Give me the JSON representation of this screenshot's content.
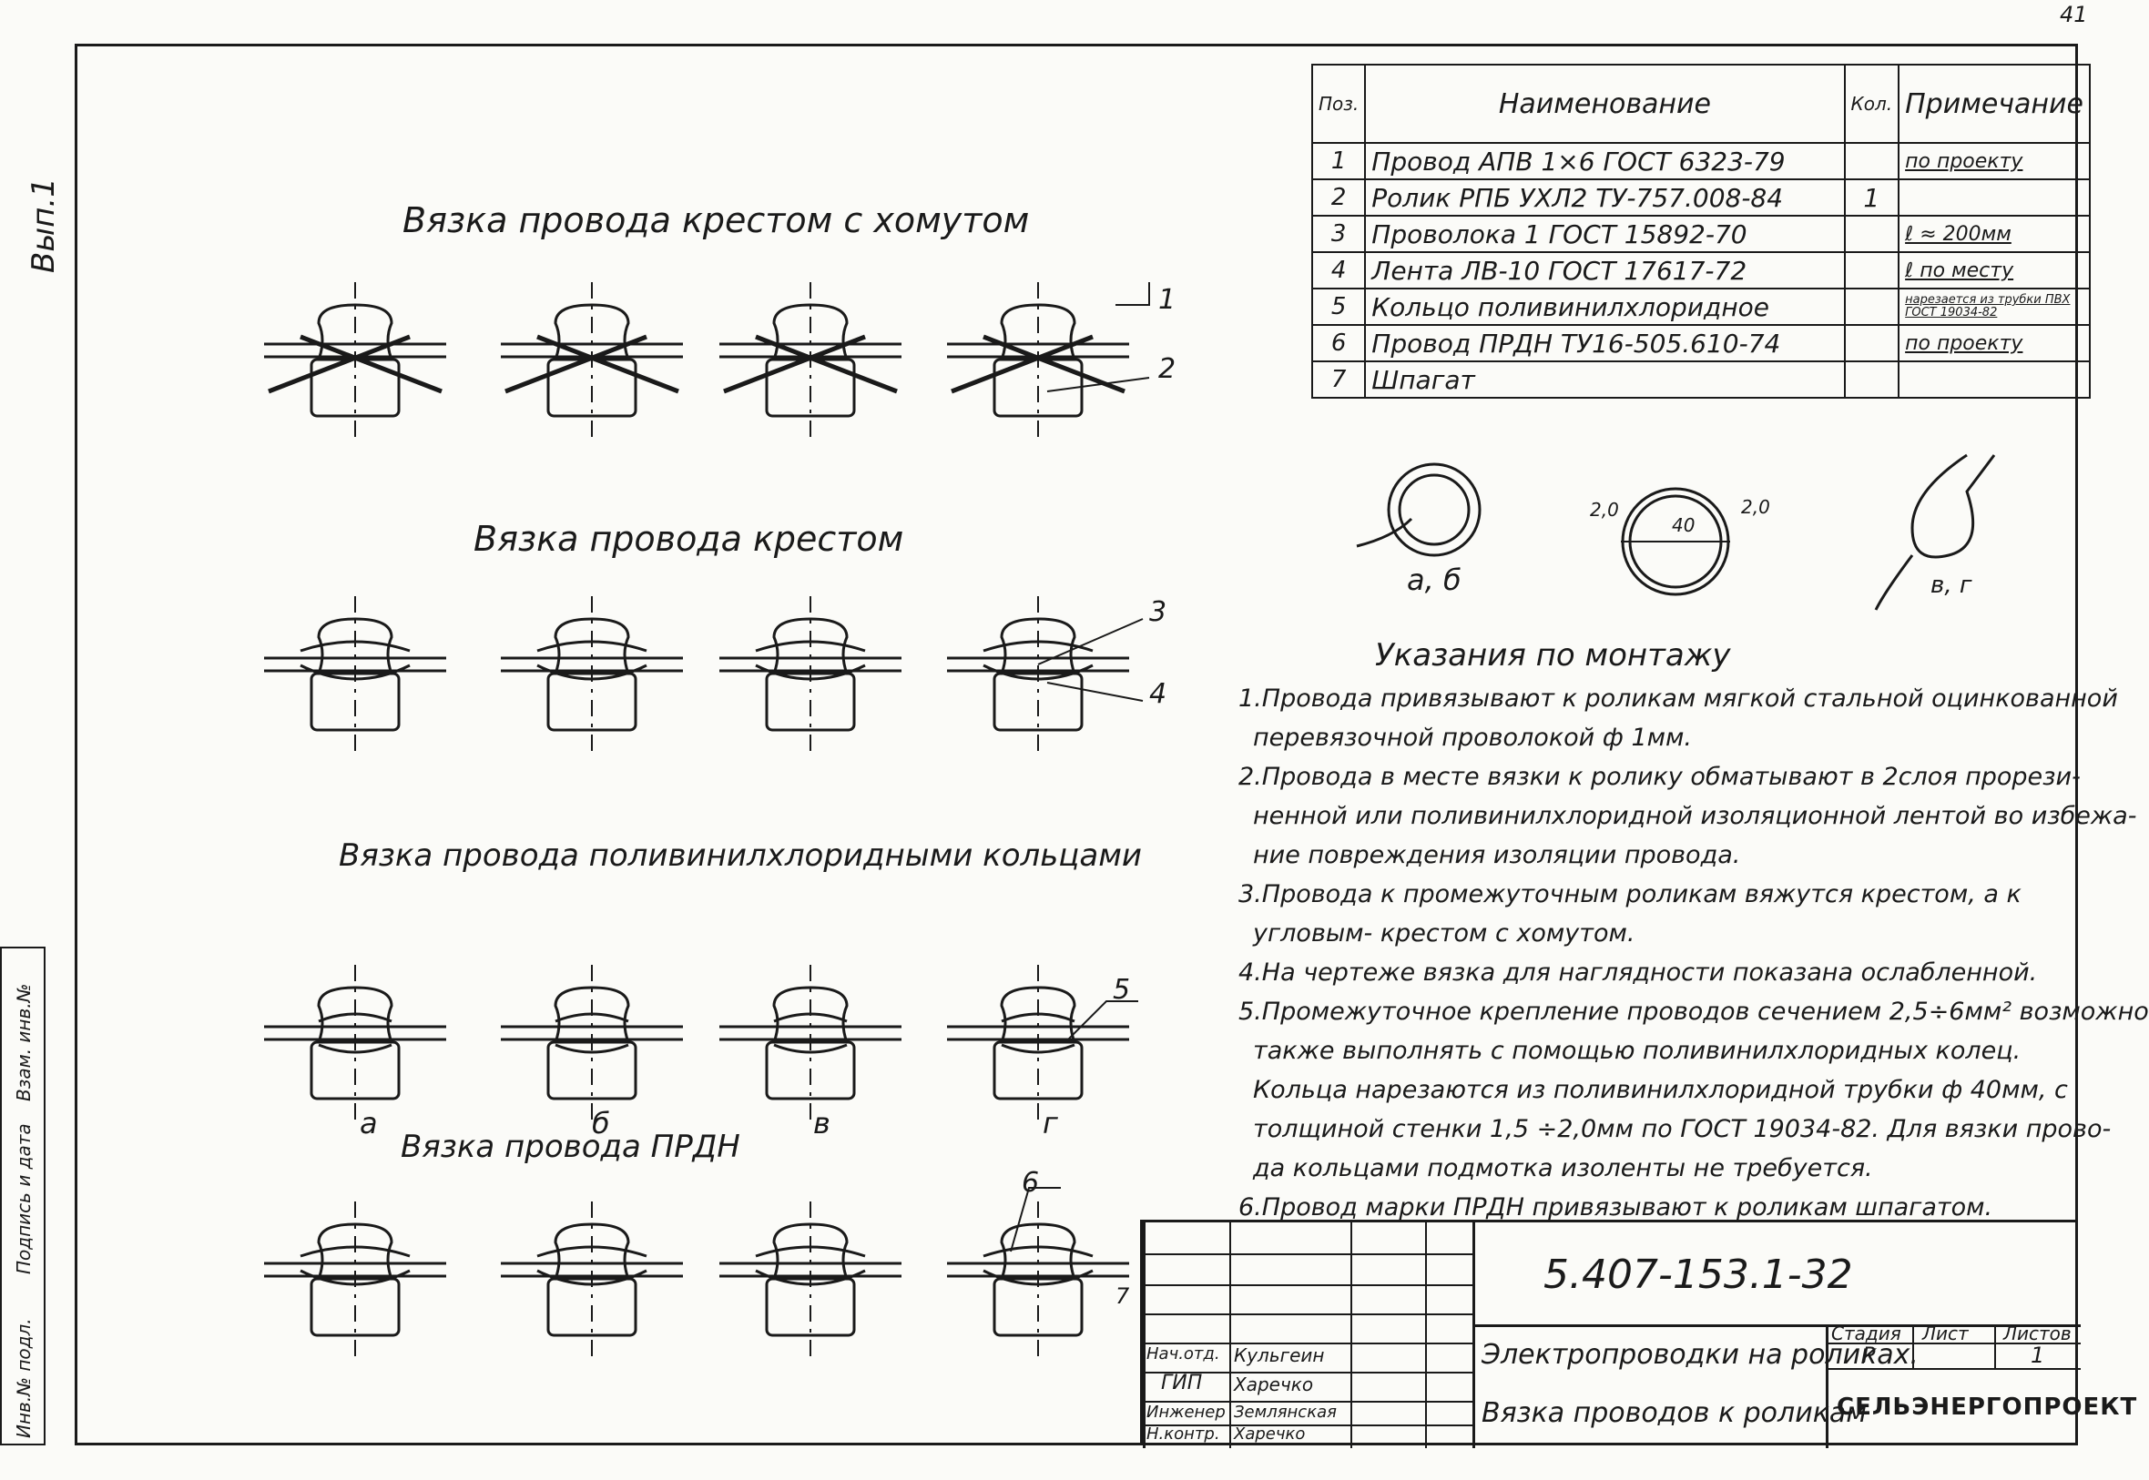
{
  "sheet_corner": "41",
  "vypusk": "Вып.1",
  "sections": {
    "cross_clamp": "Вязка провода крестом с хомутом",
    "cross": "Вязка провода крестом",
    "rings": "Вязка провода поливинилхлоридными кольцами",
    "prdn": "Вязка провода ПРДН"
  },
  "variant_labels": [
    "а",
    "б",
    "в",
    "г"
  ],
  "callouts": [
    "1",
    "2",
    "3",
    "4",
    "5",
    "6",
    "7"
  ],
  "ring_labels": {
    "ab": "а, б",
    "vg": "в, г",
    "d1": "2,0",
    "d2": "40",
    "d3": "2,0"
  },
  "spec": {
    "headers": {
      "pos": "Поз.",
      "name": "Наименование",
      "qty": "Кол.",
      "note": "Примечание"
    },
    "rows": [
      {
        "pos": "1",
        "name": "Провод АПВ 1×6 ГОСТ 6323-79",
        "qty": "",
        "note": "по проекту"
      },
      {
        "pos": "2",
        "name": "Ролик РПБ УХЛ2 ТУ-757.008-84",
        "qty": "1",
        "note": ""
      },
      {
        "pos": "3",
        "name": "Проволока 1 ГОСТ 15892-70",
        "qty": "",
        "note": "ℓ ≈ 200мм"
      },
      {
        "pos": "4",
        "name": "Лента ЛВ-10 ГОСТ 17617-72",
        "qty": "",
        "note": "ℓ по месту"
      },
      {
        "pos": "5",
        "name": "Кольцо поливинилхлоридное",
        "qty": "",
        "note": "нарезается из трубки ПВХ ГОСТ 19034-82"
      },
      {
        "pos": "6",
        "name": "Провод ПРДН ТУ16-505.610-74",
        "qty": "",
        "note": "по проекту"
      },
      {
        "pos": "7",
        "name": "Шпагат",
        "qty": "",
        "note": ""
      }
    ]
  },
  "notes": {
    "title": "Указания по монтажу",
    "lines": [
      "1.Провода привязывают к роликам мягкой стальной оцинкованной",
      "перевязочной проволокой ф 1мм.",
      "2.Провода в месте вязки к ролику обматывают в 2слоя прорези-",
      "ненной или поливинилхлоридной изоляционной лентой во избежа-",
      "ние повреждения изоляции провода.",
      "3.Провода к промежуточным роликам вяжутся крестом, а к",
      "угловым- крестом с хомутом.",
      "4.На чертеже вязка для наглядности показана ослабленной.",
      "5.Промежуточное крепление проводов сечением 2,5÷6мм² возможно",
      "также выполнять с помощью поливинилхлоридных колец.",
      "Кольца нарезаются из поливинилхлоридной трубки ф 40мм, с",
      "толщиной стенки 1,5 ÷2,0мм по ГОСТ 19034-82. Для вязки прово-",
      "да кольцами подмотка изоленты не требуется.",
      "6.Провод марки ПРДН привязывают к роликам шпагатом."
    ]
  },
  "stamp": {
    "code": "5.407-153.1-32",
    "title1": "Электропроводки на роликах.",
    "title2": "Вязка проводов к роликам",
    "stage_h": "Стадия",
    "sheet_h": "Лист",
    "sheets_h": "Листов",
    "stage": "Р",
    "sheet": "",
    "sheets": "1",
    "org": "СЕЛЬЭНЕРГОПРОЕКТ",
    "people": [
      {
        "role": "Нач.отд.",
        "name": "Кульгеин"
      },
      {
        "role": "ГИП",
        "name": "Харечко"
      },
      {
        "role": "Инженер",
        "name": "Землянская"
      },
      {
        "role": "Н.контр.",
        "name": "Харечко"
      }
    ]
  },
  "side_labels": [
    "Инв.№ подл.",
    "Подпись и дата",
    "Взам. инв.№"
  ]
}
